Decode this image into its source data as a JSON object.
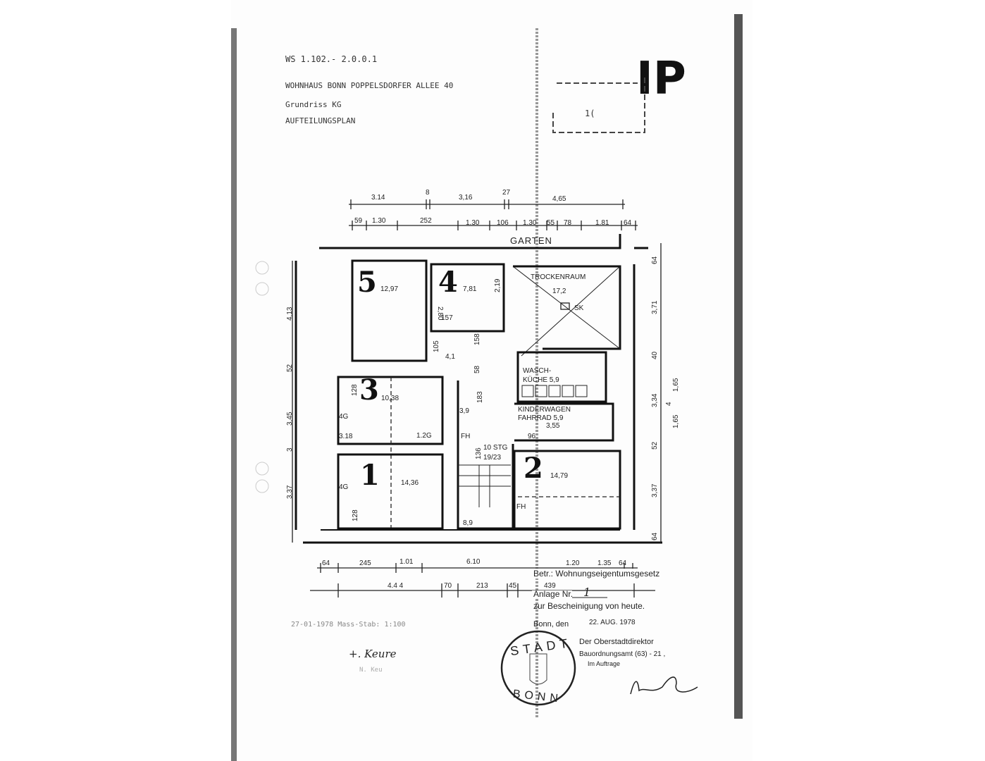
{
  "header": {
    "reference": "WS 1.102.- 2.0.0.1",
    "building": "WOHNHAUS BONN POPPELSDORFER ALLEE 40",
    "plan_type": "Grundriss KG",
    "plan_title": "AUFTEILUNGSPLAN",
    "stamp_mark": "IP",
    "box_text": "1("
  },
  "plan": {
    "garden_label": "GARTEN",
    "top_dims_row1": [
      "3.14",
      "8",
      "3,16",
      "27",
      "4,65"
    ],
    "top_dims_row2": [
      "59",
      "1.30",
      "252",
      "1.30",
      "106",
      "1.30",
      "55",
      "78",
      "1.81",
      "64"
    ],
    "left_dims": [
      "4,13",
      "52",
      "3,45",
      "3",
      "3,37"
    ],
    "right_dims": [
      "64",
      "3,71",
      "40",
      "3,34",
      "52",
      "3,37",
      "64",
      "1,65",
      "4",
      "1,65"
    ],
    "bottom_dims_row1": [
      "64",
      "245",
      "1.01",
      "6.10",
      "1.20",
      "1.35",
      "64"
    ],
    "bottom_dims_row2": [
      "4.4 4",
      "70",
      "213",
      "45",
      "439"
    ],
    "units": [
      {
        "number": "5",
        "area": "12,97"
      },
      {
        "number": "4",
        "area": "7,81"
      },
      {
        "number": "3",
        "area": "10,38"
      },
      {
        "number": "1",
        "area": "14,36"
      },
      {
        "number": "2",
        "area": "14,79"
      }
    ],
    "rooms": {
      "trockenraum": "TROCKENRAUM",
      "trockenraum_area": "17,2",
      "sk": "SK",
      "waschkueche_1": "WASCH-",
      "waschkueche_2": "KÜCHE 5,9",
      "kinderwagen": "KINDERWAGEN",
      "fahrrad": "FAHRRAD  5,9",
      "stairs_1": "10 STG",
      "stairs_2": "19/23",
      "fh": "FH",
      "area_hall": "4,1",
      "area_small": "3,9",
      "area_stair": "8,9"
    },
    "inner_dims": [
      "2,19",
      "2,80",
      "157",
      "105",
      "158",
      "58",
      "128",
      "183",
      "3,55",
      "4G",
      "3.18",
      "1.2G",
      "96",
      "136",
      "4G",
      "128"
    ]
  },
  "footer": {
    "date_scale": "27-01-1978    Mass-Stab: 1:100",
    "signature": "+. Keure",
    "signature_sub": "N. Keu",
    "certification": {
      "subject": "Betr.: Wohnungseigentumsgesetz",
      "annex": "Anlage Nr.",
      "annex_number": "1",
      "confirmation": "zur Bescheinigung von heute.",
      "place": "Bonn, den",
      "date": "22. AUG. 1978",
      "authority": "Der Oberstadtdirektor",
      "office": "Bauordnungsamt (63) - 21 ,",
      "on_behalf": "Im Auftrage"
    },
    "seal_top": "STADT",
    "seal_bottom": "BONN"
  }
}
